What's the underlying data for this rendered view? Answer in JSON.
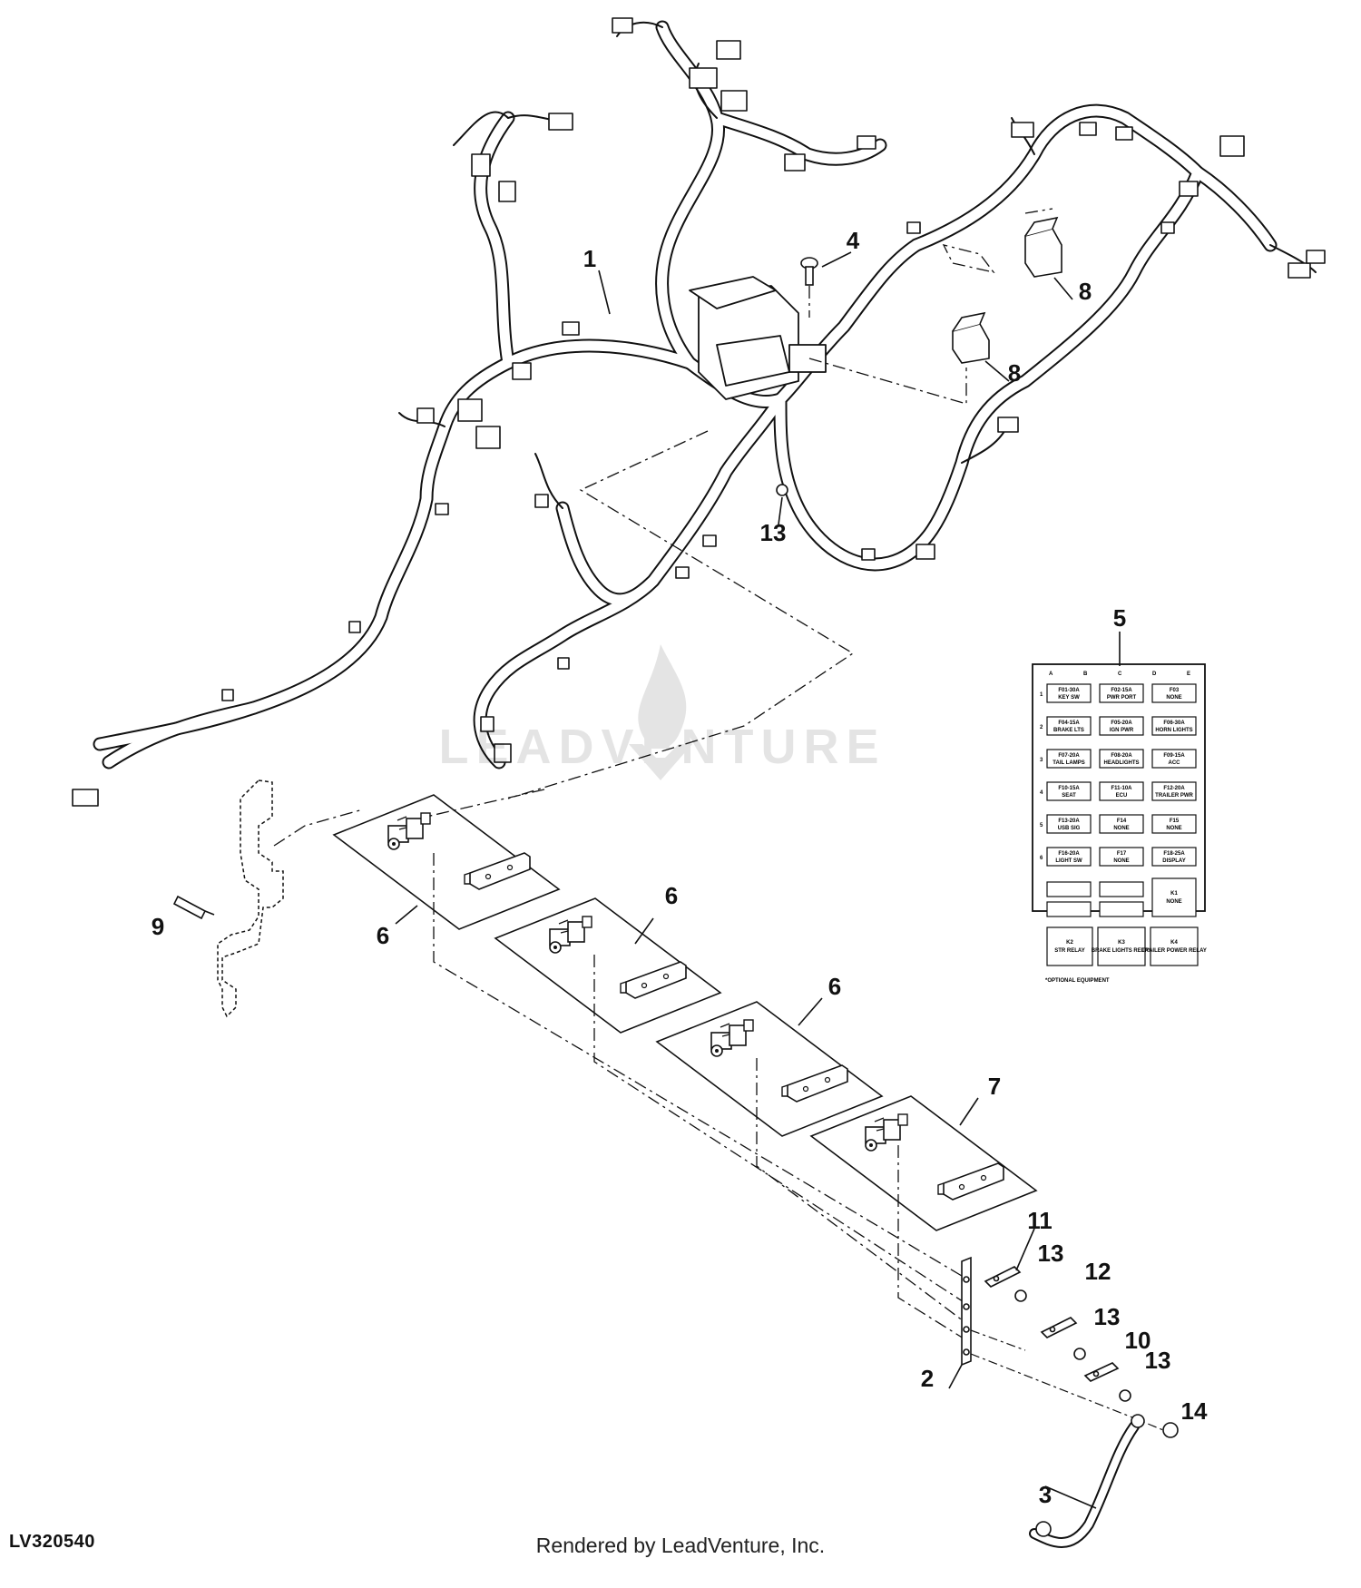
{
  "figure_id": "LV320540",
  "footer_credit": "Rendered by LeadVenture, Inc.",
  "watermark": "LEADVENTURE",
  "callouts": [
    "1",
    "2",
    "3",
    "4",
    "5",
    "6",
    "6",
    "6",
    "7",
    "8",
    "8",
    "9",
    "10",
    "11",
    "12",
    "13",
    "13",
    "13",
    "13",
    "14"
  ],
  "fuse_panel": {
    "cells": [
      "F01-30A KEY SW",
      "F02-15A PWR PORT",
      "F03 NONE",
      "F04-15A BRAKE LTS",
      "F05-20A IGN PWR",
      "F06-30A HORN LIGHTS",
      "F07-20A TAIL LAMPS",
      "F08-20A HEADLIGHTS",
      "F09-15A ACC",
      "F10-15A SEAT",
      "F11-10A ECU",
      "F12-20A TRAILER PWR",
      "F13-20A USB SIG",
      "F14 NONE",
      "F15 NONE",
      "F16-20A LIGHT SW",
      "F17 NONE",
      "F18-25A DISPLAY"
    ],
    "relays": [
      "K1 NONE",
      "K2 STR RELAY",
      "K3 BRAKE LIGHTS RELAY",
      "K4 TRAILER POWER RELAY"
    ],
    "note": "*OPTIONAL EQUIPMENT"
  },
  "colors": {
    "line": "#111111",
    "background": "#ffffff"
  }
}
